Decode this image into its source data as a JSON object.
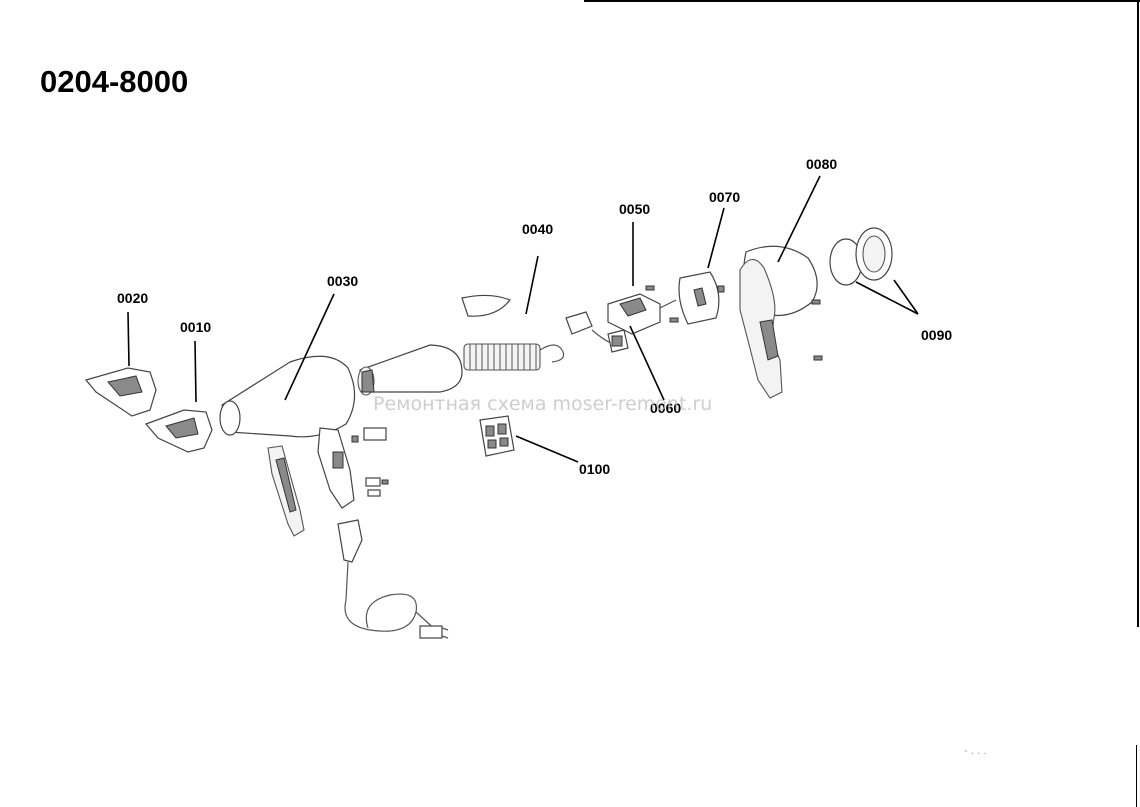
{
  "title": "0204-8000",
  "watermark": "Ремонтная схема moser-remont.ru",
  "labels": {
    "p0010": "0010",
    "p0020": "0020",
    "p0030": "0030",
    "p0040": "0040",
    "p0050": "0050",
    "p0060": "0060",
    "p0070": "0070",
    "p0080": "0080",
    "p0090": "0090",
    "p0100": "0100"
  },
  "footer_marks": "-   .  . ."
}
